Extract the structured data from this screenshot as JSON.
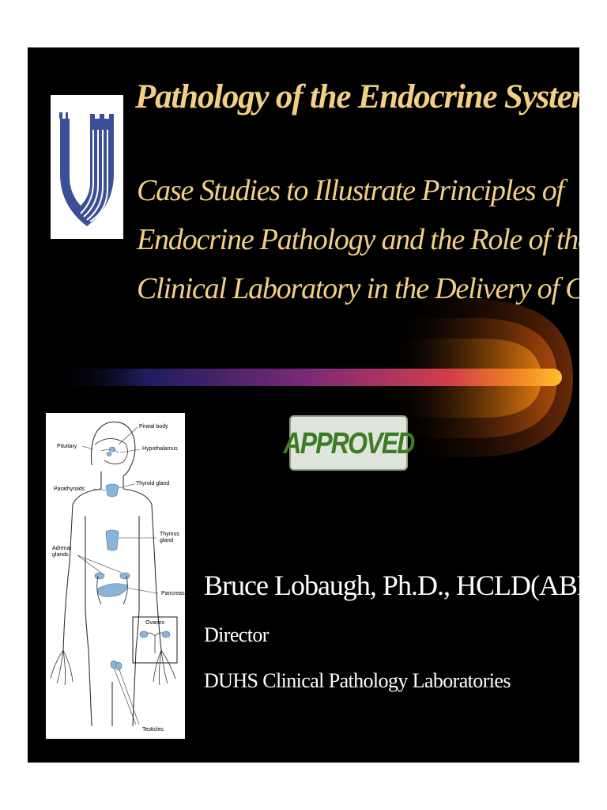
{
  "slide": {
    "title": "Pathology of the Endocrine System II:",
    "subtitle_lines": [
      "Case Studies to Illustrate Principles of",
      "Endocrine Pathology and the Role of the",
      "Clinical Laboratory in the Delivery of Care"
    ],
    "stamp": "APPROVED",
    "author": "Bruce Lobaugh, Ph.D., HCLD(ABB)",
    "role": "Director",
    "organization": "DUHS Clinical Pathology Laboratories"
  },
  "diagram": {
    "labels": {
      "pineal": "Pineal body",
      "pituitary": "Pituitary",
      "hypothalamus": "Hypothalamus",
      "thyroid": "Thyroid gland",
      "parathyroids": "Parathyroids",
      "thymus": [
        "Thymus",
        "gland"
      ],
      "adrenal": [
        "Adrenal",
        "glands"
      ],
      "pancreas": "Pancreas",
      "ovaries": "Ovaries",
      "testicles": "Testicles"
    }
  },
  "colors": {
    "background": "#000000",
    "title": "#f2cf83",
    "body_text": "#ffffff",
    "stamp_text": "#3d7b24",
    "logo_blue": "#3c4f96",
    "gland_blue": "#8ab4d8"
  }
}
